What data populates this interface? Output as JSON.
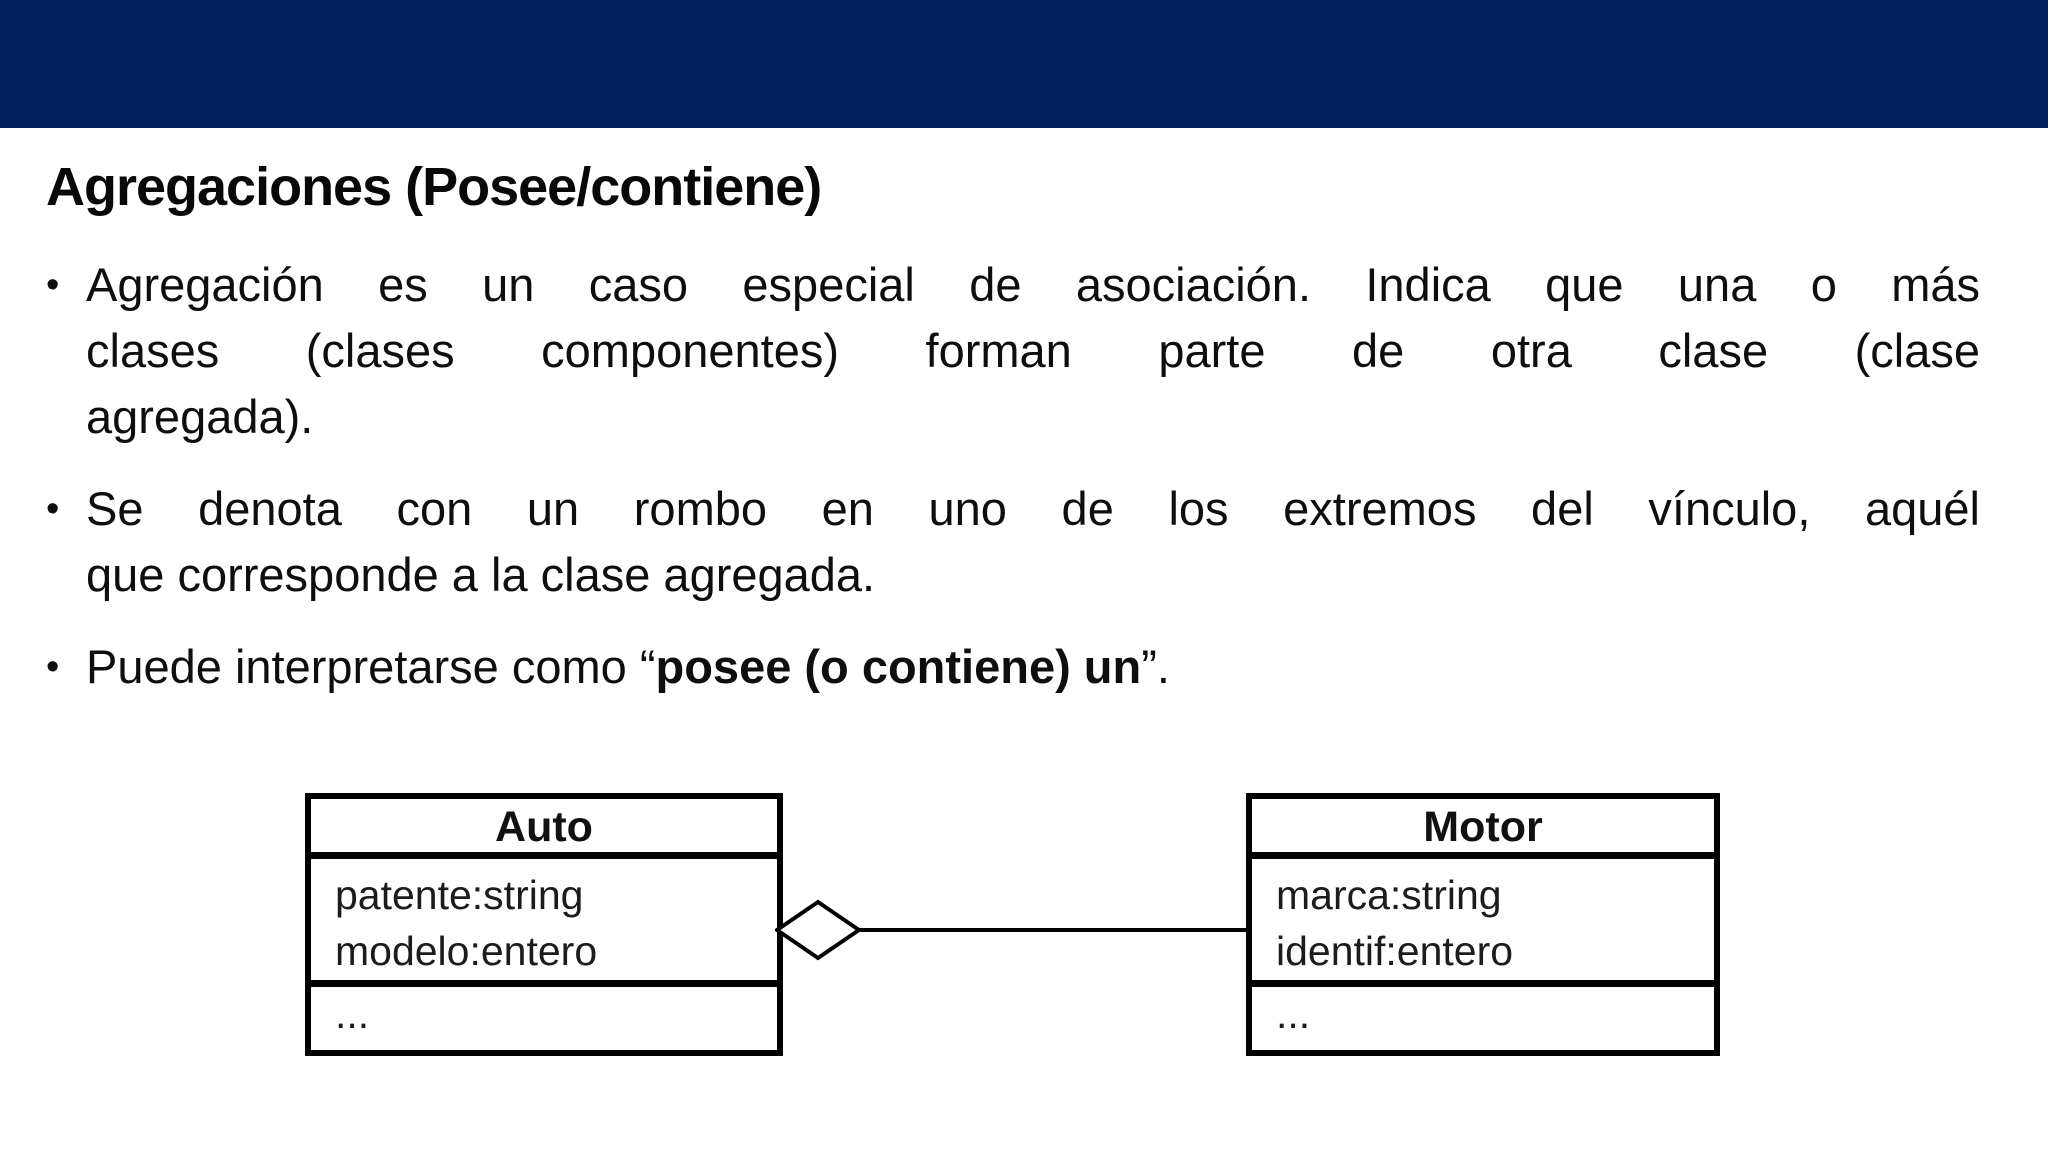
{
  "slide": {
    "title": "Agregaciones (Posee/contiene)",
    "bullet_glyph": "•",
    "bullets": [
      {
        "lines": [
          "Agregación es un caso especial de asociación. Indica que una o más",
          "clases (clases componentes) forman parte de otra clase (clase",
          "agregada)."
        ]
      },
      {
        "lines": [
          "Se denota con un rombo en uno de los extremos del vínculo, aquél",
          "que corresponde a la clase agregada."
        ]
      },
      {
        "prefix": "Puede interpretarse como “",
        "bold": "posee (o contiene) un",
        "suffix": "”."
      }
    ]
  },
  "colors": {
    "header_bar": "#03215f",
    "body_text": "#0e0e0e",
    "diagram_border": "#000000"
  },
  "diagram": {
    "relation": "aggregation",
    "classes": [
      {
        "name": "Auto",
        "attributes": [
          "patente:string",
          "modelo:entero"
        ],
        "more": "..."
      },
      {
        "name": "Motor",
        "attributes": [
          "marca:string",
          "identif:entero"
        ],
        "more": "..."
      }
    ]
  }
}
